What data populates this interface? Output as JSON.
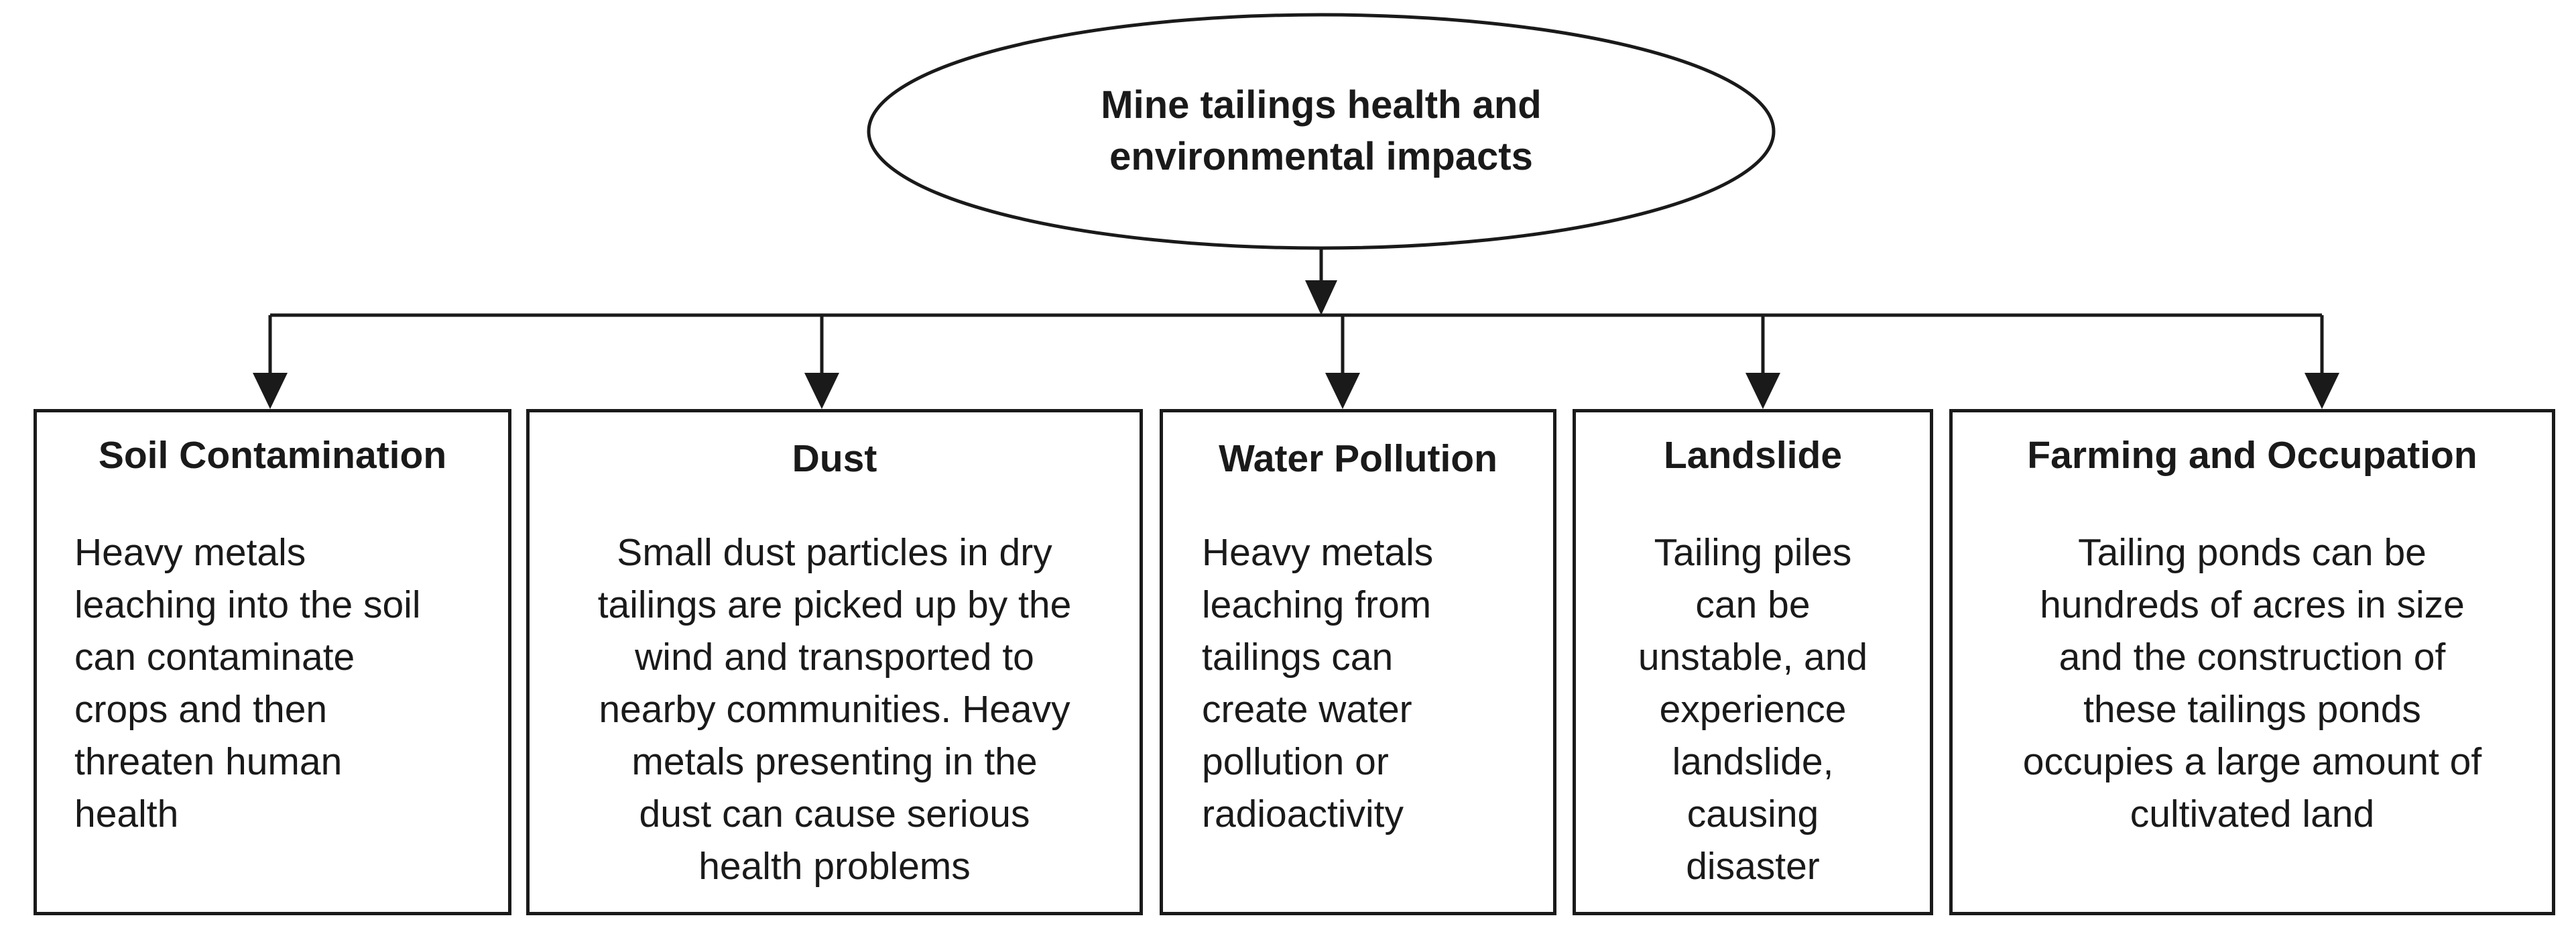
{
  "root": {
    "lines": [
      "Mine tailings health and",
      "environmental impacts"
    ]
  },
  "boxes": [
    {
      "title": "Soil Contamination",
      "body": [
        "Heavy metals",
        "leaching into the soil",
        "can contaminate",
        "crops and then",
        "threaten human",
        "health"
      ]
    },
    {
      "title": "Dust",
      "body": [
        "Small dust particles in dry",
        "tailings are picked up by the",
        "wind and transported to",
        "nearby communities. Heavy",
        "metals presenting in the",
        "dust can cause serious",
        "health problems"
      ]
    },
    {
      "title": "Water Pollution",
      "body": [
        "Heavy metals",
        "leaching from",
        "tailings can",
        "create water",
        "pollution or",
        "radioactivity"
      ]
    },
    {
      "title": "Landslide",
      "body": [
        "Tailing piles",
        "can be",
        "unstable, and",
        "experience",
        "landslide,",
        "causing",
        "disaster"
      ]
    },
    {
      "title": "Farming and Occupation",
      "body": [
        "Tailing ponds can be",
        "hundreds of acres in size",
        "and the construction of",
        "these tailings ponds",
        "occupies a large amount of",
        "cultivated land"
      ]
    }
  ]
}
